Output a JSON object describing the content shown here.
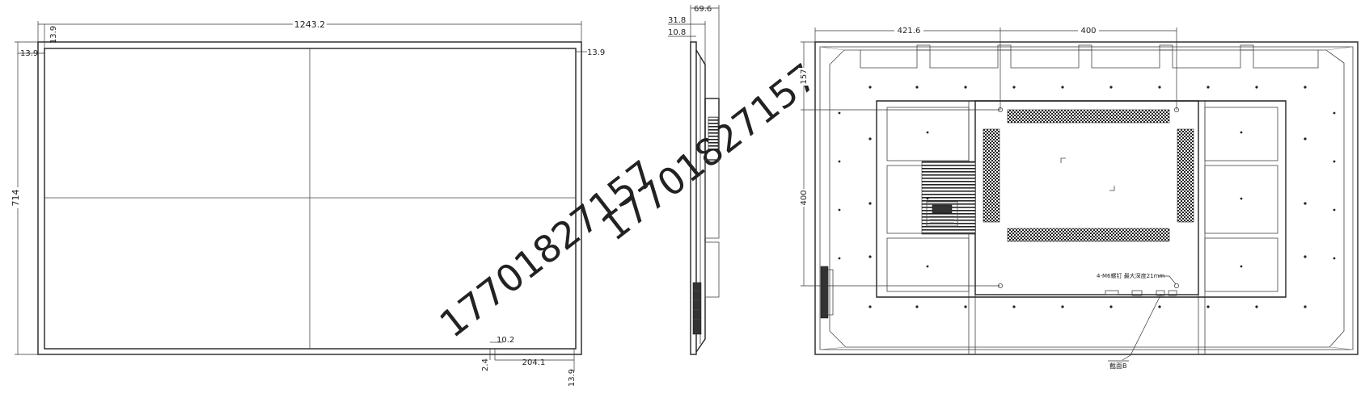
{
  "front_view": {
    "width_mm": "1243.2",
    "height_mm": "714",
    "bezel_top_mm": "13.9",
    "bezel_left_mm": "13.9",
    "bezel_right_mm": "13.9",
    "bezel_bottom_mm": "13.9",
    "detail_a_mm": "10.2",
    "detail_b_mm": "2.4",
    "detail_c_mm": "204.1"
  },
  "side_view": {
    "depth_total_mm": "69.6",
    "depth_panel_mm": "31.8",
    "bezel_depth_mm": "10.8"
  },
  "rear_view": {
    "offset_left_mm": "421.6",
    "vesa_horizontal_mm": "400",
    "offset_top_mm": "157",
    "vesa_vertical_mm": "400",
    "screw_note": "4-M6螺钉 最大深度21mm",
    "callout_label": "截面B"
  },
  "watermark": "17701827157"
}
